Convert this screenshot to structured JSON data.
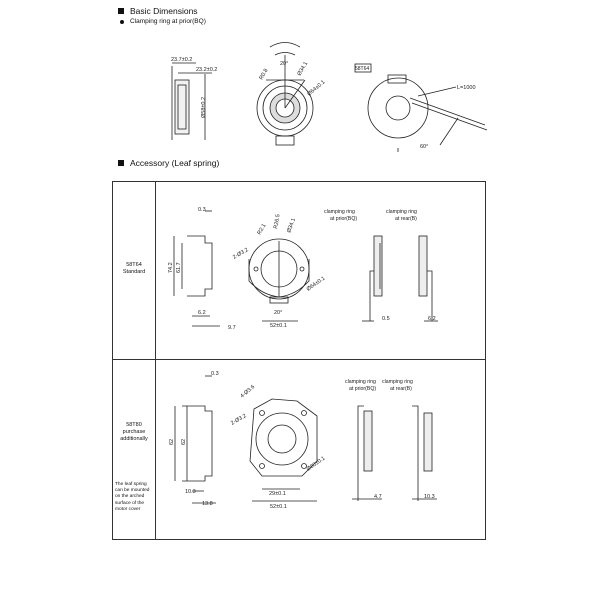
{
  "sections": {
    "basic": {
      "title": "Basic Dimensions",
      "bullet": "Clamping ring at prior(BQ)"
    },
    "accessory": {
      "title": "Accessory (Leaf spring)"
    }
  },
  "basic_dims": {
    "side": [
      "23.7±0.2",
      "23.2±0.2",
      "Ø58±0.2"
    ],
    "front": [
      "20°",
      "R0.8",
      "Ø34.1",
      "Ø64±0.1"
    ],
    "rear": [
      "58T64",
      "L=1000",
      "60°"
    ]
  },
  "rows": [
    {
      "label": "58T64\nStandard",
      "profile": [
        "0.3",
        "74.2",
        "61.7",
        "6.2",
        "9.7"
      ],
      "front": [
        "R26.5",
        "R2.1",
        "Ø34.1",
        "2-Ø3.2",
        "Ø64±0.1",
        "20°",
        "52±0.1"
      ],
      "clamp_prior": {
        "caption": "clamping ring\nat prior(BQ)",
        "dim": "0.5"
      },
      "clamp_rear": {
        "caption": "clamping ring\nat rear(B)",
        "dim": "6.2"
      }
    },
    {
      "label": "58T80\npurchase\nadditionally",
      "note": "The leaf spring\ncan be mounted\non the arched\nsurface of the\nmotor cover",
      "profile": [
        "0.3",
        "62",
        "62",
        "10.3",
        "13.8"
      ],
      "front": [
        "4-Ø3.6",
        "2-Ø3.2",
        "Ø80±0.1",
        "29±0.1",
        "52±0.1"
      ],
      "clamp_prior": {
        "caption": "clamping ring\nat prior(BQ)",
        "dim": "4.7"
      },
      "clamp_rear": {
        "caption": "clamping ring\nat rear(B)",
        "dim": "10.3"
      }
    }
  ]
}
